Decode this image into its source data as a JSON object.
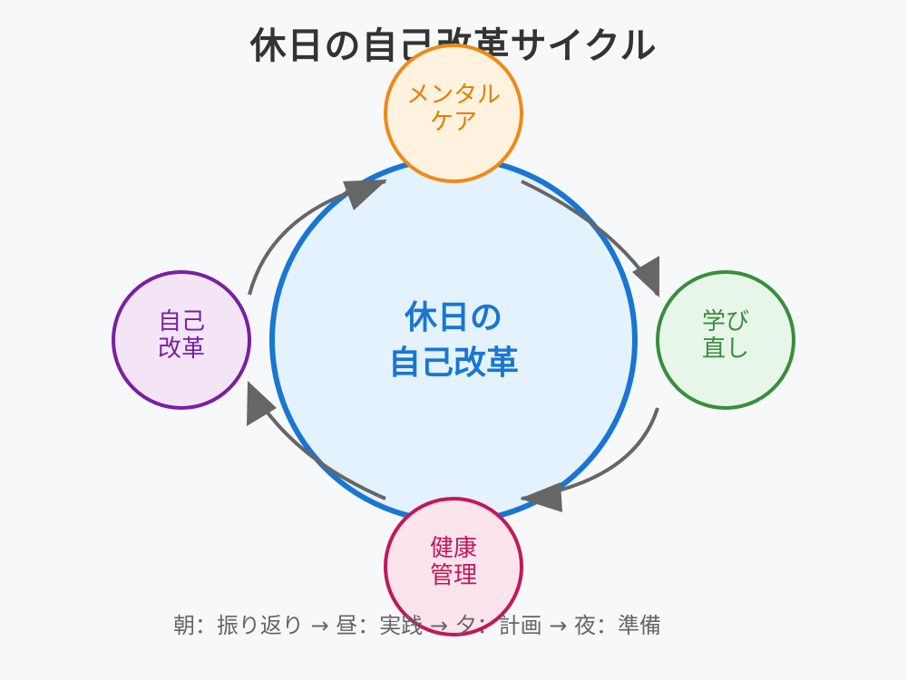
{
  "title": "休日の自己改革サイクル",
  "center": {
    "line1": "休日の",
    "line2": "自己改革",
    "color": "#1976d2",
    "fill": "#e3f2fd"
  },
  "nodes": {
    "top": {
      "line1": "メンタル",
      "line2": "ケア",
      "stroke": "#ef8a17",
      "fill": "#fff3e0",
      "text_color": "#e67e00"
    },
    "right": {
      "line1": "学び",
      "line2": "直し",
      "stroke": "#388e3c",
      "fill": "#e8f5e9",
      "text_color": "#388e3c"
    },
    "bottom": {
      "line1": "健康",
      "line2": "管理",
      "stroke": "#c2185b",
      "fill": "#fce4ec",
      "text_color": "#c2185b"
    },
    "left": {
      "line1": "自己",
      "line2": "改革",
      "stroke": "#7b1fa2",
      "fill": "#f3e5f5",
      "text_color": "#7b1fa2"
    }
  },
  "arrow_color": "#666666",
  "caption": "朝：振り返り → 昼：実践 → 夕：計画 → 夜：準備"
}
